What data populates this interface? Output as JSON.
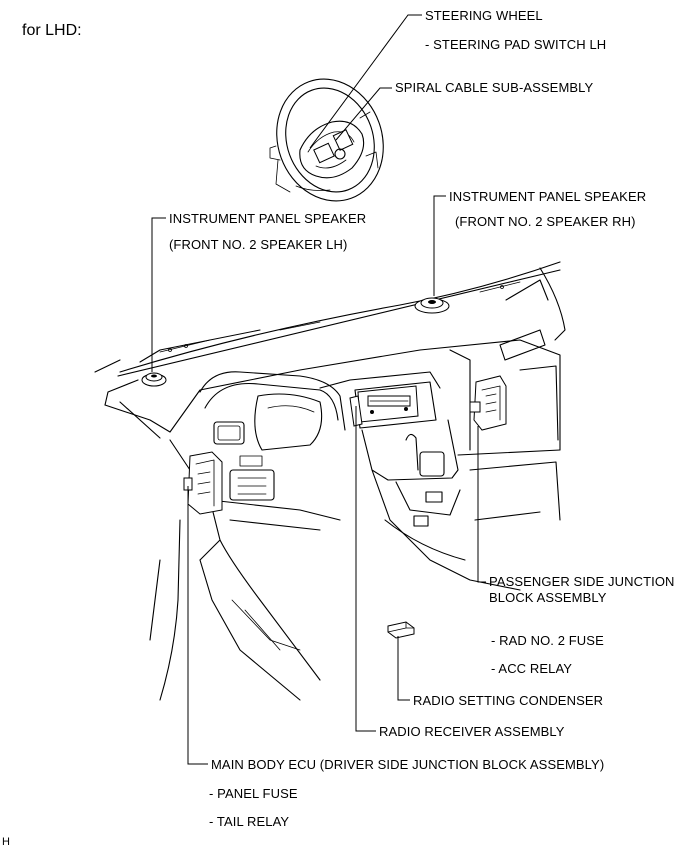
{
  "header": {
    "region": "for LHD:"
  },
  "labels": {
    "steering_wheel": "STEERING WHEEL",
    "steering_pad_switch": "- STEERING PAD SWITCH LH",
    "spiral_cable": "SPIRAL CABLE  SUB-ASSEMBLY",
    "ip_speaker_rh_title": "INSTRUMENT PANEL SPEAKER",
    "ip_speaker_rh_sub": "(FRONT NO. 2 SPEAKER RH)",
    "ip_speaker_lh_title": "INSTRUMENT PANEL SPEAKER",
    "ip_speaker_lh_sub": "(FRONT NO. 2 SPEAKER LH)",
    "passenger_jb_1": "PASSENGER SIDE JUNCTION",
    "passenger_jb_2": "BLOCK ASSEMBLY",
    "rad_no2_fuse": "- RAD NO. 2 FUSE",
    "acc_relay": "- ACC RELAY",
    "radio_condenser": "RADIO SETTING CONDENSER",
    "radio_receiver": "RADIO RECEIVER ASSEMBLY",
    "main_body_ecu": "MAIN BODY ECU (DRIVER SIDE JUNCTION BLOCK ASSEMBLY)",
    "panel_fuse": "- PANEL FUSE",
    "tail_relay": "- TAIL RELAY"
  },
  "footer": {
    "code": "H"
  }
}
